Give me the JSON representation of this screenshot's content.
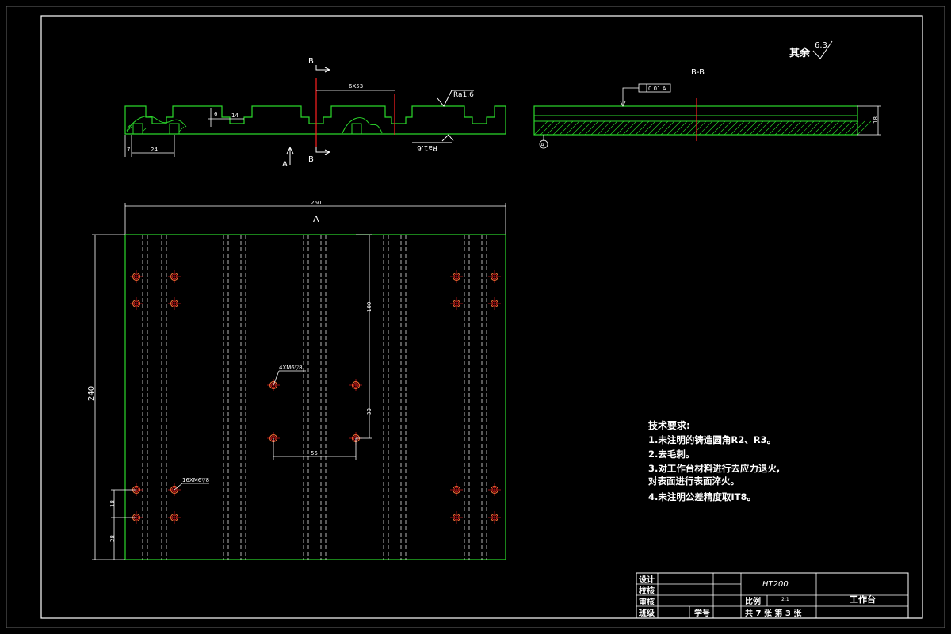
{
  "colors": {
    "background": "#000000",
    "frame": "#ffffff",
    "outline": "#2bd82b",
    "dimension": "#ffffff",
    "centerline": "#ff2020",
    "hole": "#ff7a3a",
    "hatch": "#2bd82b"
  },
  "surface_finish": {
    "label": "其余",
    "value": "6.3"
  },
  "front_view": {
    "section_mark": "B",
    "view_mark": "A",
    "dim_top": "6X53",
    "roughness_top": "Ra1.6",
    "roughness_bottom": "Ra1.6",
    "dim_left_a": "7",
    "dim_left_b": "24",
    "dim_slot_w": "14",
    "dim_slot_h": "6"
  },
  "section_view": {
    "title": "B-B",
    "tolerance": "0.01 A",
    "datum": "A",
    "height_dim": "18"
  },
  "plan_view": {
    "width_dim": "260",
    "view_mark": "A",
    "height_dim": "240",
    "dim_100": "100",
    "dim_30": "30",
    "dim_55": "55",
    "hole_label_center": "4XM6▽8",
    "hole_label_side": "16XM6▽8",
    "dim_left_18": "18",
    "dim_left_28": "28"
  },
  "tech_notes": {
    "title": "技术要求:",
    "lines": [
      "1.未注明的铸造圆角R2、R3。",
      "2.去毛刺。",
      "3.对工作台材料进行去应力退火,",
      "对表面进行表面淬火。",
      "4.未注明公差精度取IT8。"
    ]
  },
  "title_block": {
    "row_labels": [
      "设计",
      "校核",
      "审核",
      "班级"
    ],
    "student_no_label": "学号",
    "material": "HT200",
    "scale_label": "比例",
    "scale_value": "2:1",
    "sheet_info": "共 7 张 第 3 张",
    "part_name": "工作台"
  }
}
